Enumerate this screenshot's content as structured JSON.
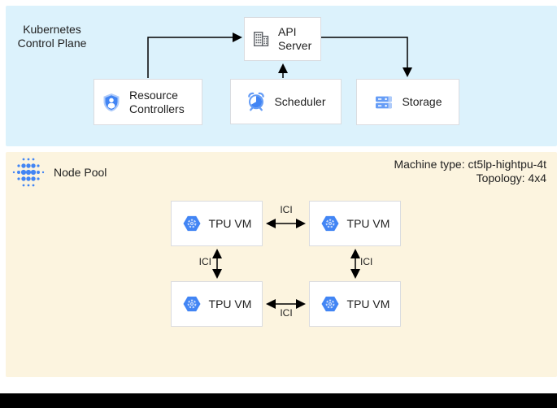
{
  "control_plane": {
    "title": "Kubernetes Control Plane",
    "boxes": {
      "api_server": "API Server",
      "resource_controllers": "Resource Controllers",
      "scheduler": "Scheduler",
      "storage": "Storage"
    }
  },
  "node_pool": {
    "title": "Node Pool",
    "machine_type": "Machine type: ct5lp-hightpu-4t",
    "topology": "Topology: 4x4",
    "tpu_vms": [
      "TPU VM",
      "TPU VM",
      "TPU VM",
      "TPU VM"
    ],
    "interconnect_label": "ICI"
  },
  "icons": {
    "api_server": "building-icon",
    "resource_controllers": "shield-person-icon",
    "scheduler": "alarm-clock-icon",
    "storage": "server-stack-icon",
    "tpu_vm": "tpu-hexagon-icon",
    "node_pool": "dot-grid-icon"
  },
  "colors": {
    "control_plane_bg": "#dcf2fc",
    "node_pool_bg": "#fcf4df",
    "box_border": "#dadce0",
    "arrow": "#000000",
    "google_blue": "#4285f4",
    "google_blue_mid": "#669df6",
    "google_blue_light": "#aecbfa",
    "icon_gray": "#5f6368",
    "footer_bar": "#000000"
  }
}
